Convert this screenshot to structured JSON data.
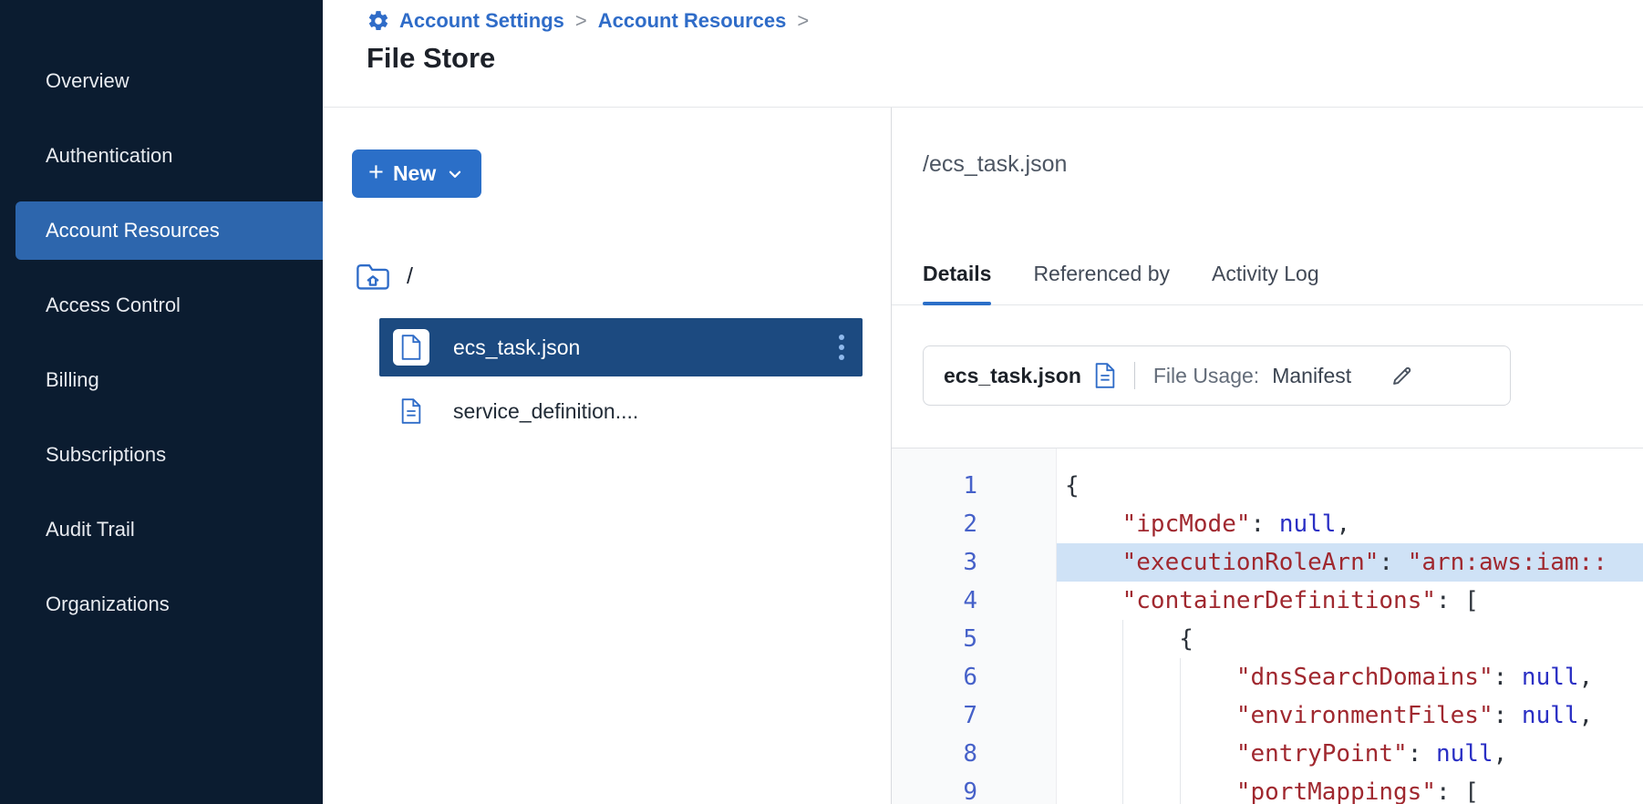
{
  "sidebar": {
    "items": [
      {
        "label": "Overview",
        "selected": false
      },
      {
        "label": "Authentication",
        "selected": false
      },
      {
        "label": "Account Resources",
        "selected": true
      },
      {
        "label": "Access Control",
        "selected": false
      },
      {
        "label": "Billing",
        "selected": false
      },
      {
        "label": "Subscriptions",
        "selected": false
      },
      {
        "label": "Audit Trail",
        "selected": false
      },
      {
        "label": "Organizations",
        "selected": false
      }
    ]
  },
  "breadcrumb": {
    "items": [
      "Account Settings",
      "Account Resources"
    ],
    "separator": ">"
  },
  "page_title": "File Store",
  "file_panel": {
    "new_button_label": "New",
    "root_label": "/",
    "files": [
      {
        "name": "ecs_task.json",
        "selected": true
      },
      {
        "name": "service_definition....",
        "selected": false
      }
    ]
  },
  "detail": {
    "path": "/ecs_task.json",
    "tabs": [
      "Details",
      "Referenced by",
      "Activity Log"
    ],
    "active_tab": "Details",
    "file_card": {
      "name": "ecs_task.json",
      "usage_label": "File Usage:",
      "usage_value": "Manifest"
    },
    "code": {
      "language": "json",
      "highlighted_line": 3,
      "lines": [
        {
          "num": 1,
          "tokens": [
            [
              "p",
              "{"
            ]
          ]
        },
        {
          "num": 2,
          "tokens": [
            [
              "ws",
              "    "
            ],
            [
              "key",
              "\"ipcMode\""
            ],
            [
              "p",
              ": "
            ],
            [
              "kw",
              "null"
            ],
            [
              "p",
              ","
            ]
          ]
        },
        {
          "num": 3,
          "tokens": [
            [
              "ws",
              "    "
            ],
            [
              "key",
              "\"executionRoleArn\""
            ],
            [
              "p",
              ": "
            ],
            [
              "str",
              "\"arn:aws:iam::"
            ]
          ]
        },
        {
          "num": 4,
          "tokens": [
            [
              "ws",
              "    "
            ],
            [
              "key",
              "\"containerDefinitions\""
            ],
            [
              "p",
              ": ["
            ]
          ]
        },
        {
          "num": 5,
          "tokens": [
            [
              "ws",
              "        "
            ],
            [
              "p",
              "{"
            ]
          ]
        },
        {
          "num": 6,
          "tokens": [
            [
              "ws",
              "            "
            ],
            [
              "key",
              "\"dnsSearchDomains\""
            ],
            [
              "p",
              ": "
            ],
            [
              "kw",
              "null"
            ],
            [
              "p",
              ","
            ]
          ]
        },
        {
          "num": 7,
          "tokens": [
            [
              "ws",
              "            "
            ],
            [
              "key",
              "\"environmentFiles\""
            ],
            [
              "p",
              ": "
            ],
            [
              "kw",
              "null"
            ],
            [
              "p",
              ","
            ]
          ]
        },
        {
          "num": 8,
          "tokens": [
            [
              "ws",
              "            "
            ],
            [
              "key",
              "\"entryPoint\""
            ],
            [
              "p",
              ": "
            ],
            [
              "kw",
              "null"
            ],
            [
              "p",
              ","
            ]
          ]
        },
        {
          "num": 9,
          "tokens": [
            [
              "ws",
              "            "
            ],
            [
              "key",
              "\"portMappings\""
            ],
            [
              "p",
              ": ["
            ]
          ]
        }
      ]
    }
  },
  "icons": {
    "breadcrumb_icon": "gear-icon",
    "new_button_icons": [
      "plus-icon",
      "chevron-down-icon"
    ],
    "root_icon": "root-folder-icon",
    "file_icon": "document-icon",
    "row_menu_icon": "kebab-menu-icon",
    "card_edit_icon": "pencil-icon"
  },
  "colors": {
    "sidebar_bg": "#0b1c30",
    "sidebar_selected": "#2d66ad",
    "primary_blue": "#2b6fc8",
    "link_blue": "#2f6cc8",
    "selected_file_row": "#1c4a80",
    "code_highlight": "#cfe2f6",
    "code_key": "#a0282f",
    "code_null": "#2a2fc4",
    "line_number": "#4661c9"
  }
}
